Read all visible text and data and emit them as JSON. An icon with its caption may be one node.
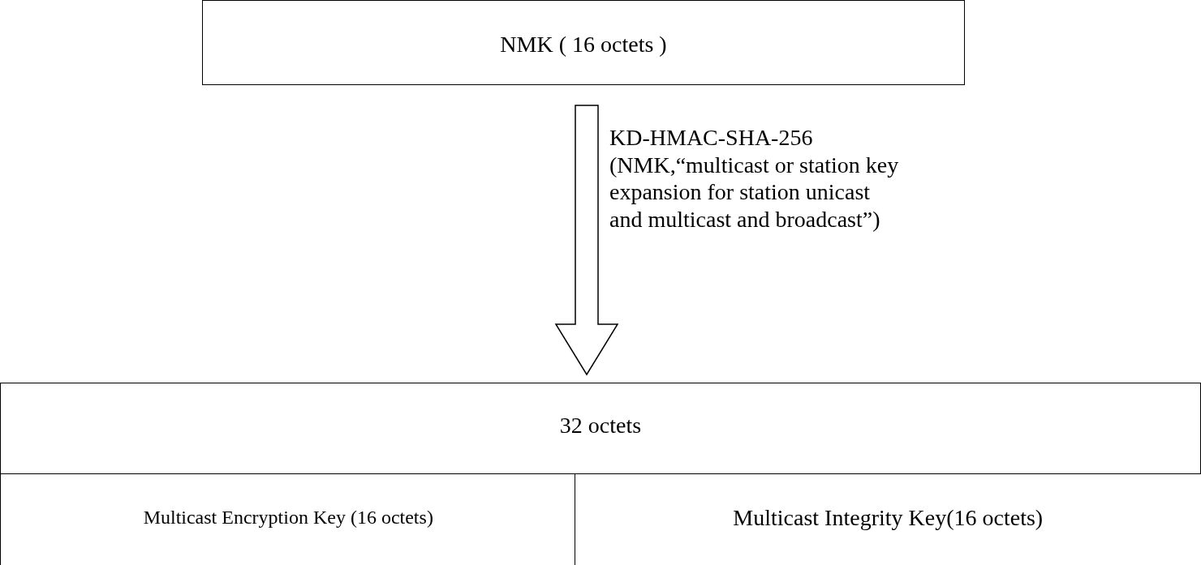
{
  "diagram": {
    "nodes": [
      {
        "text": [
          "NMK ( 16 octets )"
        ]
      },
      {
        "text": [
          "32 octets"
        ]
      },
      {
        "text": [
          "Multicast Encryption Key (16 octets)"
        ],
        "in": 1
      },
      {
        "text": [
          "Multicast Integrity Key(16 octets)"
        ],
        "in": 1
      }
    ],
    "edges": [
      {
        "from": 0,
        "to": 1,
        "arrow": "to",
        "label": "KD-HMAC-SHA-256 (NMK,“multicast or station key expansion for station unicast and multicast and broadcast”)"
      }
    ]
  }
}
